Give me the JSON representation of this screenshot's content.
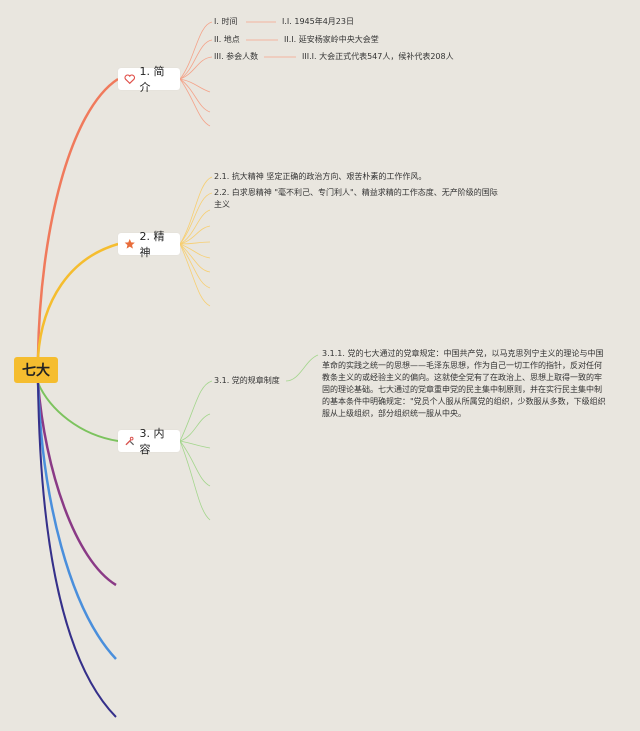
{
  "root": {
    "label": "七大"
  },
  "branches": [
    {
      "label": "1. 简介",
      "icon": "heart-icon",
      "color": "#f07a5c",
      "items": [
        {
          "label": "I. 时间",
          "detail": "I.I. 1945年4月23日"
        },
        {
          "label": "II. 地点",
          "detail": "II.I. 延安杨家岭中央大会堂"
        },
        {
          "label": "III. 参会人数",
          "detail": "III.I. 大会正式代表547人，候补代表208人"
        }
      ]
    },
    {
      "label": "2. 精神",
      "icon": "star-icon",
      "color": "#f5bd2f",
      "items": [
        {
          "label": "2.1. 抗大精神 坚定正确的政治方向、艰苦朴素的工作作风。"
        },
        {
          "label": "2.2. 白求恩精神 \"毫不利己、专门利人\"、精益求精的工作态度、无产阶级的国际主义"
        }
      ]
    },
    {
      "label": "3. 内容",
      "icon": "tools-icon",
      "color": "#7cc35e",
      "items": [
        {
          "label": "3.1. 党的规章制度",
          "detail": "3.1.1. 党的七大通过的党章规定：中国共产党，以马克思列宁主义的理论与中国革命的实践之统一的思想——毛泽东思想，作为自己一切工作的指针，反对任何教条主义的或经验主义的偏向。这就使全党有了在政治上、思想上取得一致的牢固的理论基础。七大通过的党章重申党的民主集中制原则，并在实行民主集中制的基本条件中明确规定：\"党员个人服从所属党的组织，少数服从多数，下级组织服从上级组织，部分组织统一服从中央。"
        }
      ]
    }
  ],
  "extra_branch_colors": [
    "#8a3a86",
    "#4a8fdc",
    "#35308a"
  ]
}
